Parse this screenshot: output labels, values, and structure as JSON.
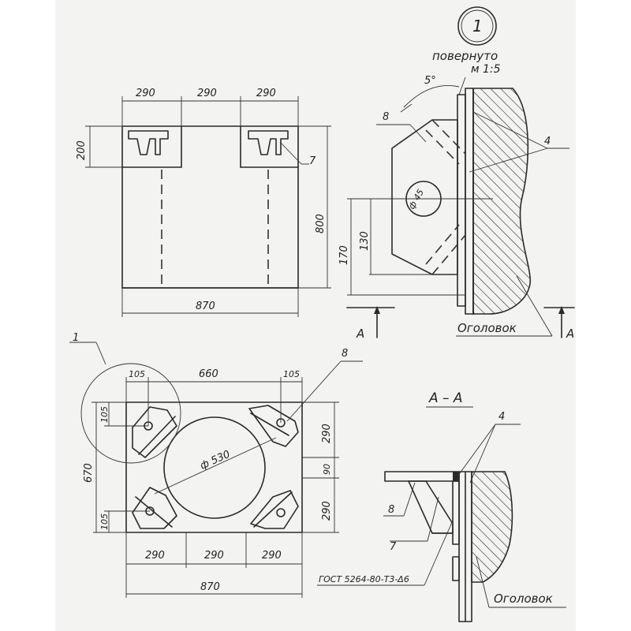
{
  "callout": {
    "number": "1",
    "note_turned": "повернуто",
    "note_scale": "м 1:5"
  },
  "front_view": {
    "dim_top": [
      "290",
      "290",
      "290"
    ],
    "dim_height_flange": "200",
    "dim_total_height": "800",
    "dim_total_width": "870",
    "label_stiffener": "7"
  },
  "detail_view": {
    "angle": "5°",
    "label_plate": "8",
    "label_weld": "4",
    "hole_dia": "ф 45",
    "dim_130": "130",
    "dim_170": "170",
    "section_mark": "A",
    "head_label": "Оголовок"
  },
  "plan_view": {
    "callout_ref": "1",
    "label_plate": "8",
    "dim_105_a": "105",
    "dim_660": "660",
    "dim_105_b": "105",
    "dim_105_left": "105",
    "dim_670": "670",
    "dim_105_left_low": "105",
    "hole_dia": "ф 530",
    "dim_290_r1": "290",
    "dim_90": "90",
    "dim_290_r2": "290",
    "dim_bottom": [
      "290",
      "290",
      "290"
    ],
    "dim_total_width": "870"
  },
  "section_view": {
    "title": "А – А",
    "label_weld": "4",
    "label_plate": "8",
    "label_stiffener": "7",
    "weld_standard": "ГОСТ 5264-80-Т3-Δ6",
    "head_label": "Оголовок"
  }
}
